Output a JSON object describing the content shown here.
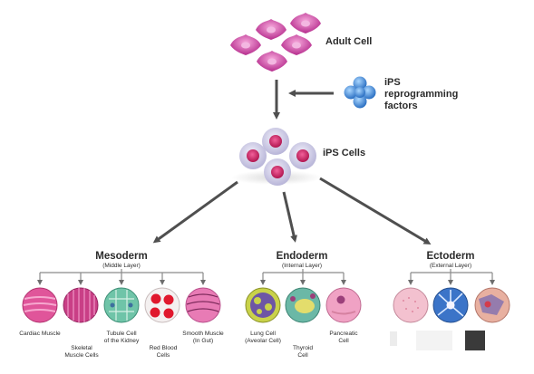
{
  "labels": {
    "adult_cell": "Adult Cell",
    "ips_factors": "iPS\nreprogramming\nfactors",
    "ips_cells": "iPS Cells"
  },
  "germ_layers": [
    {
      "name": "Mesoderm",
      "sub": "(Middle Layer)"
    },
    {
      "name": "Endoderm",
      "sub": "(Internal Layer)"
    },
    {
      "name": "Ectoderm",
      "sub": "(External Layer)"
    }
  ],
  "cells": [
    {
      "label": "Cardiac Muscle",
      "color": "#e0559a"
    },
    {
      "label": "Skeletal\nMuscle Cells",
      "color": "#c93f86"
    },
    {
      "label": "Tubule Cell\nof the Kidney",
      "color": "#6fc4a8"
    },
    {
      "label": "Red Blood\nCells",
      "color": "#e0182d"
    },
    {
      "label": "Smooth Muscle\n(In Gut)",
      "color": "#e87bb5"
    },
    {
      "label": "Lung Cell\n(Aveolar Cell)",
      "color": "#c9d24a"
    },
    {
      "label": "Thyroid\nCell",
      "color": "#6bb8a6"
    },
    {
      "label": "Pancreatic\nCell",
      "color": "#f0a2c4"
    },
    {
      "label": "",
      "color": "#f3c1cf"
    },
    {
      "label": "",
      "color": "#3b74c8"
    },
    {
      "label": "",
      "color": "#e8b0a0"
    }
  ],
  "colors": {
    "adult_cell": "#c63a9c",
    "factor": "#2f7fd0",
    "ips_nucleus": "#c41e5b",
    "arrow": "#5a5a5a",
    "bracket": "#8a8a8a"
  }
}
